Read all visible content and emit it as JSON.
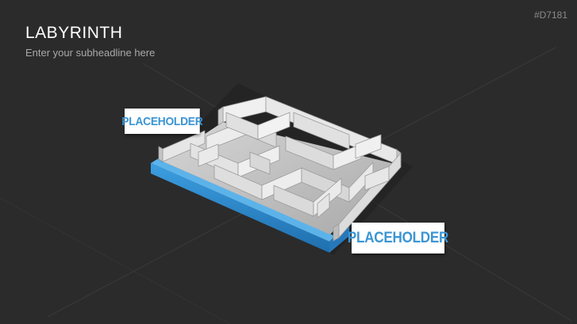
{
  "slide": {
    "title": "LABYRINTH",
    "subtitle": "Enter your subheadline here",
    "code": "#D7181"
  },
  "labels": [
    {
      "text": "PLACEHOLDER"
    },
    {
      "text": "PLACEHOLDER"
    }
  ],
  "colors": {
    "background": "#2b2b2b",
    "accent": "#3a95d4",
    "frame": "#2f86c8",
    "maze_floor": "#c8c8c8",
    "maze_wall": "#e4e4e4"
  },
  "icons": [
    "maze-graphic"
  ]
}
